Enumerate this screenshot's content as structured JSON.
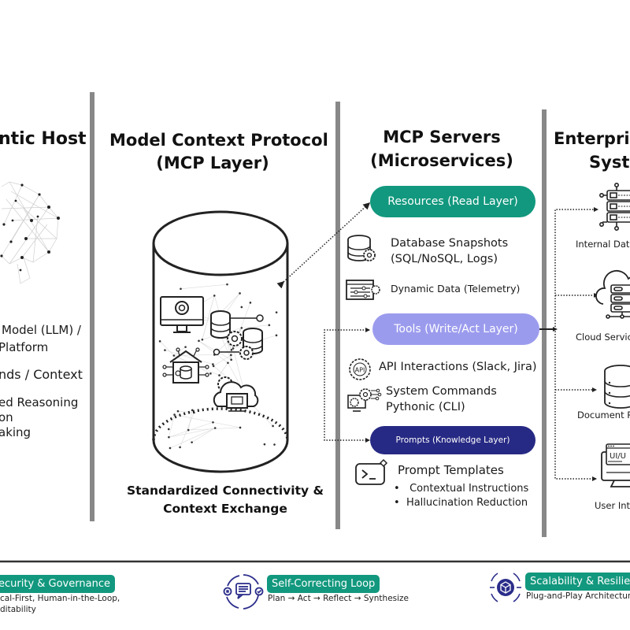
{
  "columns": {
    "host": {
      "title": "ntic Host",
      "items": [
        "Model (LLM) /",
        "Platform",
        "nds / Context",
        "ed Reasoning",
        "on",
        "aking"
      ]
    },
    "mcp_layer": {
      "title_line1": "Model Context Protocol",
      "title_line2": "(MCP Layer)",
      "caption_line1": "Standardized Connectivity &",
      "caption_line2": "Context Exchange"
    },
    "servers": {
      "title_line1": "MCP Servers",
      "title_line2": "(Microservices)",
      "resources": {
        "label": "Resources (Read Layer)",
        "color": "#12987e",
        "items": [
          {
            "icon": "database-gear-icon",
            "line1": "Database Snapshots",
            "line2": "(SQL/NoSQL, Logs)"
          },
          {
            "icon": "dashboard-sliders-icon",
            "line1": "Dynamic Data (Telemetry)"
          }
        ]
      },
      "tools": {
        "label": "Tools (Write/Act Layer)",
        "color": "#9b9bee",
        "items": [
          {
            "icon": "api-gear-icon",
            "line1": "API Interactions (Slack, Jira)"
          },
          {
            "icon": "computer-gears-icon",
            "line1": "System Commands",
            "line2": "Pythonic (CLI)"
          }
        ]
      },
      "prompts": {
        "label": "Prompts (Knowledge Layer)",
        "color": "#272a84",
        "template_title": "Prompt Templates",
        "bullets": [
          "Contextual Instructions",
          "Hallucination Reduction"
        ]
      }
    },
    "enterprise": {
      "title_line1": "Enterpris",
      "title_line2": "Syste",
      "items": [
        {
          "icon": "server-rack-icon",
          "label": "Internal Data"
        },
        {
          "icon": "cloud-server-icon",
          "label": "Cloud Servic"
        },
        {
          "icon": "database-icon",
          "label": "Document R"
        },
        {
          "icon": "ui-monitor-icon",
          "label": "User Int"
        }
      ],
      "ui_icon_text": "UI/U"
    }
  },
  "features": [
    {
      "icon": "shield-icon",
      "label": "ecurity & Governance",
      "sub_line1": "cal-First, Human-in-the-Loop,",
      "sub_line2": "ditability"
    },
    {
      "icon": "loop-icon",
      "label": "Self-Correcting Loop",
      "sub_line1": "Plan → Act → Reflect → Synthesize"
    },
    {
      "icon": "cube-arrows-icon",
      "label": "Scalability & Resilienc",
      "sub_line1": "Plug-and-Play Architectur"
    }
  ],
  "colors": {
    "teal": "#12987e",
    "lavender": "#9b9bee",
    "navy": "#272a84",
    "divider": "#888888"
  }
}
